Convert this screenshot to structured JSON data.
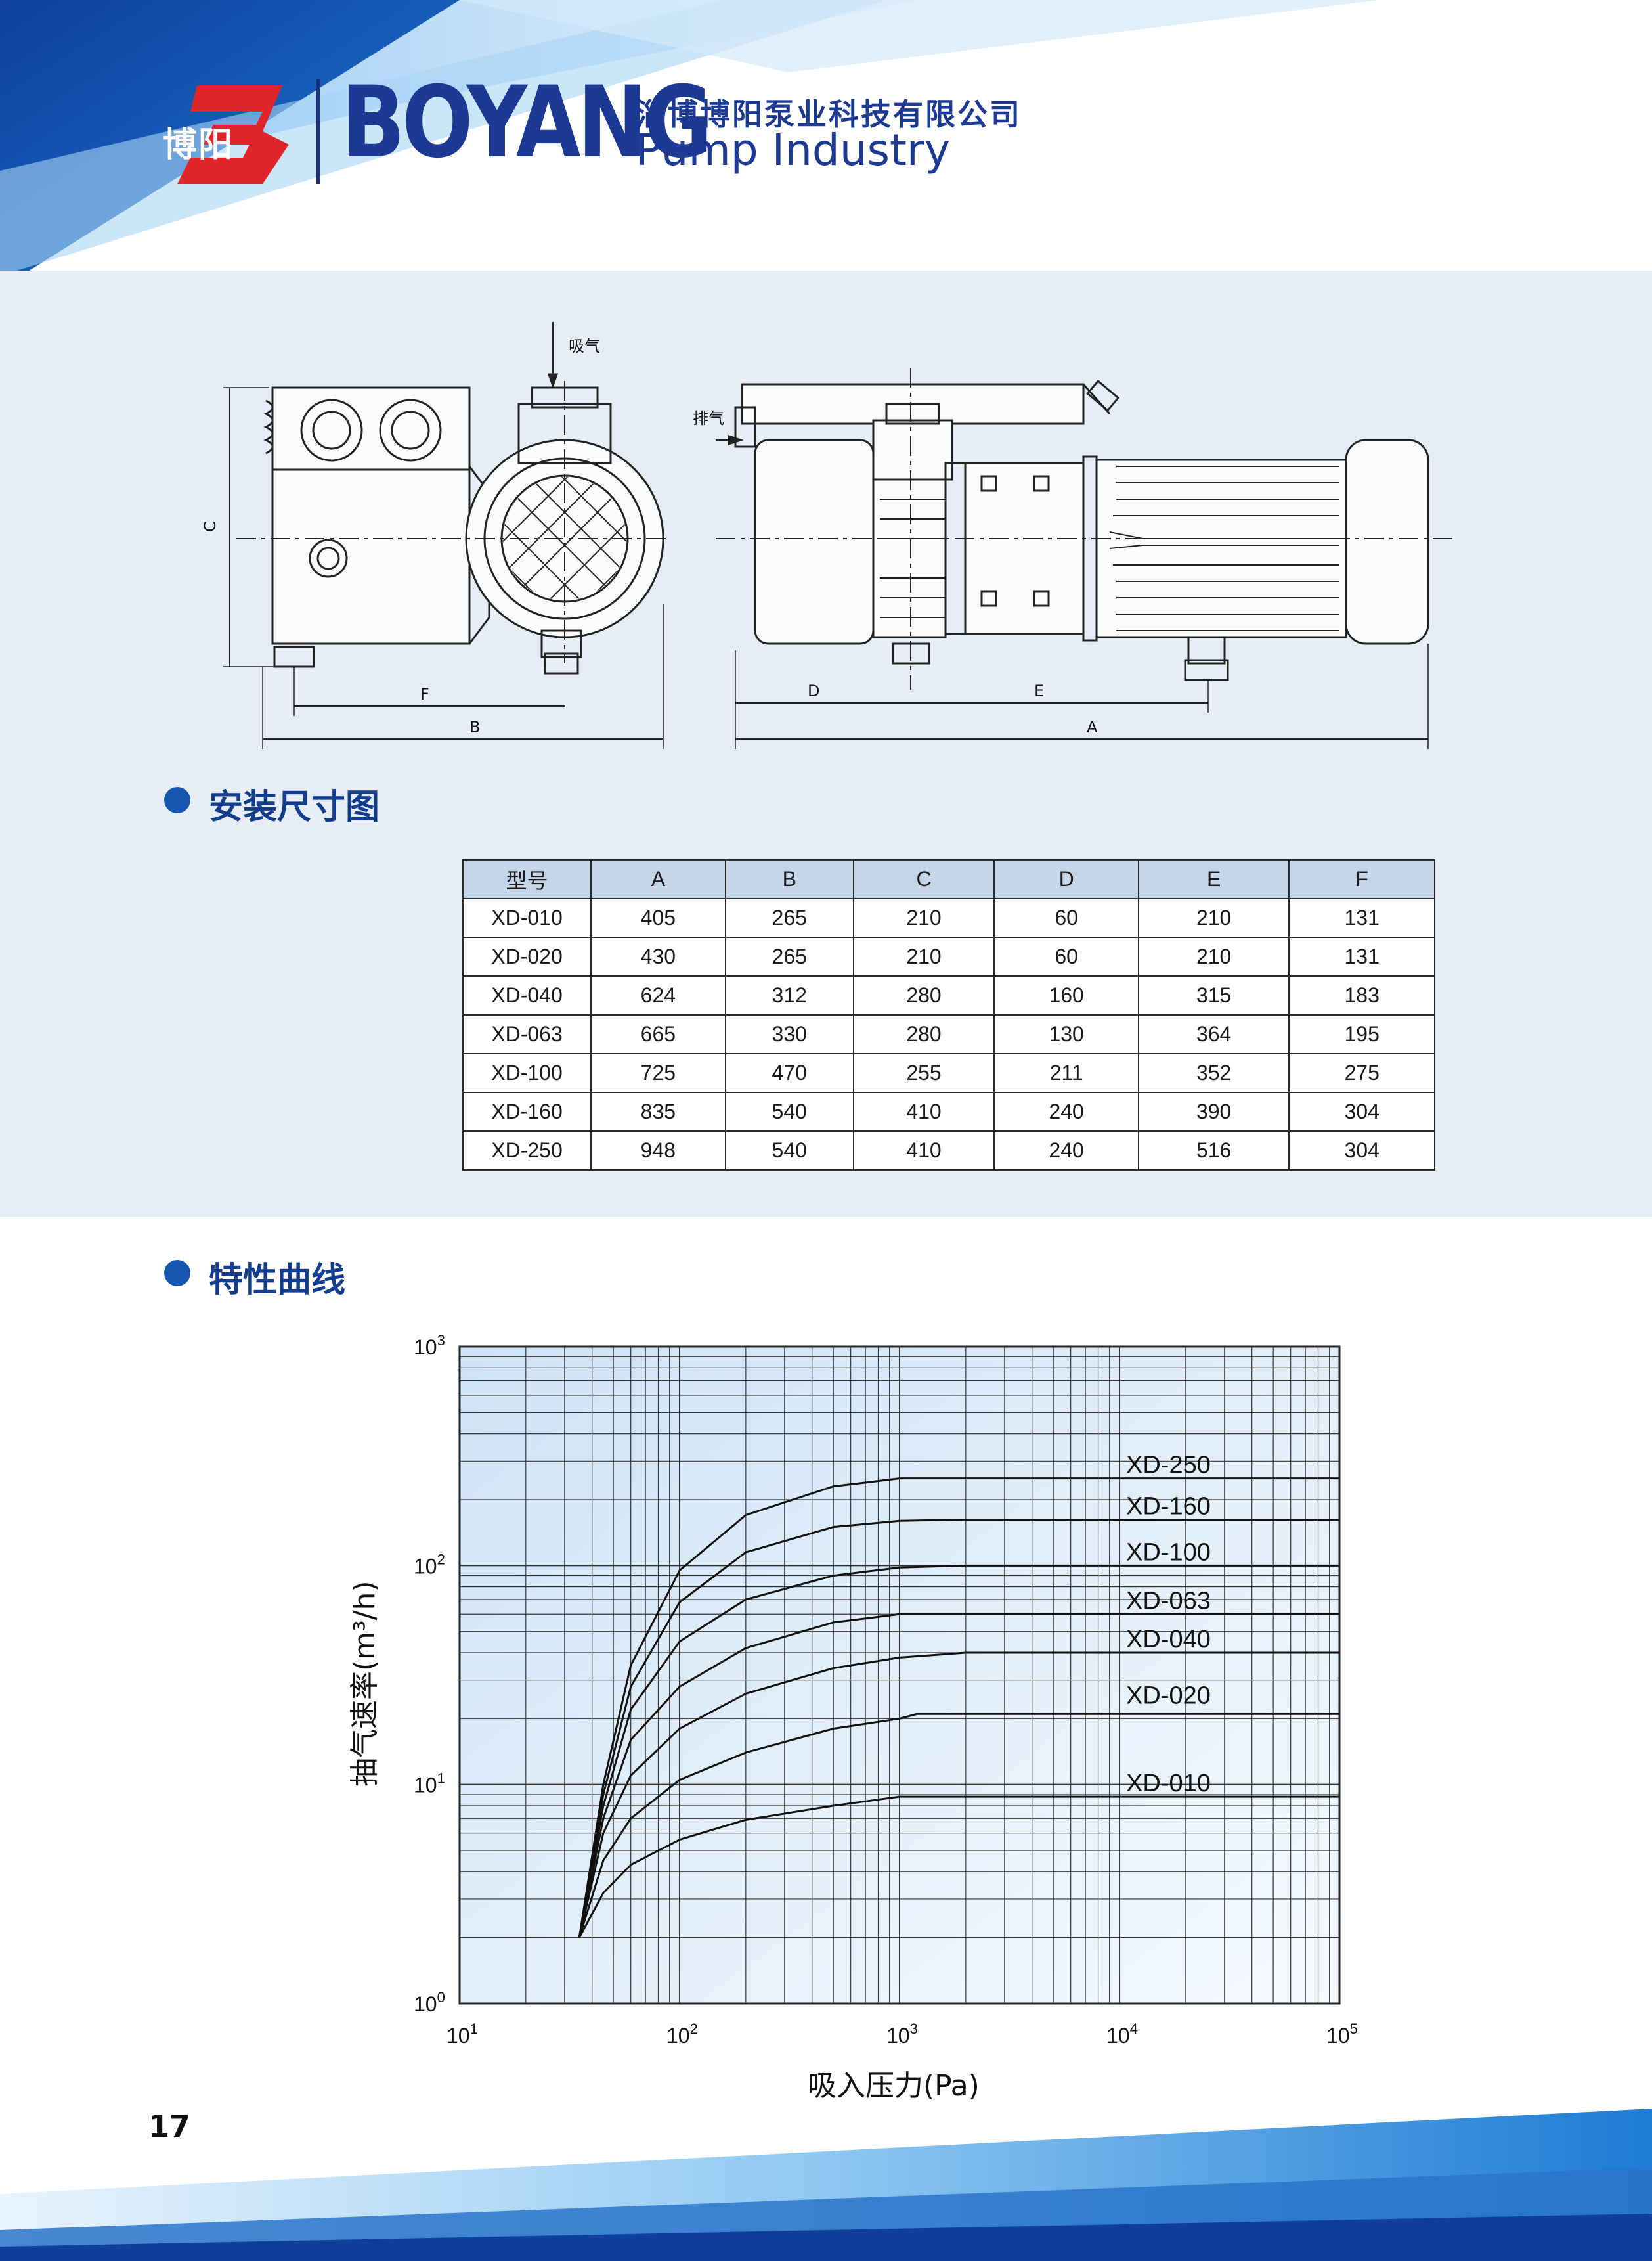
{
  "header": {
    "logo_cn": "博阳",
    "brand_name": "BOYANG",
    "company_cn": "淄博博阳泵业科技有限公司",
    "company_en": "Pump Industry"
  },
  "colors": {
    "brand_blue": "#1c3a93",
    "logo_red": "#e0262b",
    "panel": "#e6edf7",
    "table_header": "#c5d5ea"
  },
  "drawing": {
    "intake_label": "吸气",
    "exhaust_label": "排气",
    "dim_labels": [
      "C",
      "F",
      "B",
      "D",
      "E",
      "A"
    ]
  },
  "dimensions": {
    "title": "安装尺寸图",
    "columns": [
      "型号",
      "A",
      "B",
      "C",
      "D",
      "E",
      "F"
    ],
    "rows": [
      [
        "XD-010",
        "405",
        "265",
        "210",
        "60",
        "210",
        "131"
      ],
      [
        "XD-020",
        "430",
        "265",
        "210",
        "60",
        "210",
        "131"
      ],
      [
        "XD-040",
        "624",
        "312",
        "280",
        "160",
        "315",
        "183"
      ],
      [
        "XD-063",
        "665",
        "330",
        "280",
        "130",
        "364",
        "195"
      ],
      [
        "XD-100",
        "725",
        "470",
        "255",
        "211",
        "352",
        "275"
      ],
      [
        "XD-160",
        "835",
        "540",
        "410",
        "240",
        "390",
        "304"
      ],
      [
        "XD-250",
        "948",
        "540",
        "410",
        "240",
        "516",
        "304"
      ]
    ]
  },
  "curves": {
    "title": "特性曲线",
    "chart_data": {
      "type": "line",
      "xlabel": "吸入压力(Pa)",
      "ylabel": "抽气速率(m³/h)",
      "xscale": "log",
      "yscale": "log",
      "xlim": [
        10,
        100000
      ],
      "ylim": [
        1,
        1000
      ],
      "xticks": [
        {
          "base": "10",
          "exp": "1"
        },
        {
          "base": "10",
          "exp": "2"
        },
        {
          "base": "10",
          "exp": "3"
        },
        {
          "base": "10",
          "exp": "4"
        },
        {
          "base": "10",
          "exp": "5"
        }
      ],
      "yticks": [
        {
          "base": "10",
          "exp": "0"
        },
        {
          "base": "10",
          "exp": "1"
        },
        {
          "base": "10",
          "exp": "2"
        },
        {
          "base": "10",
          "exp": "3"
        }
      ],
      "grid": true,
      "series": [
        {
          "name": "XD-250",
          "values": [
            [
              35,
              2
            ],
            [
              45,
              10
            ],
            [
              60,
              35
            ],
            [
              100,
              95
            ],
            [
              200,
              170
            ],
            [
              500,
              230
            ],
            [
              1000,
              250
            ],
            [
              100000,
              250
            ]
          ]
        },
        {
          "name": "XD-160",
          "values": [
            [
              35,
              2
            ],
            [
              45,
              9
            ],
            [
              60,
              28
            ],
            [
              100,
              68
            ],
            [
              200,
              115
            ],
            [
              500,
              150
            ],
            [
              1000,
              160
            ],
            [
              2000,
              162
            ],
            [
              100000,
              162
            ]
          ]
        },
        {
          "name": "XD-100",
          "values": [
            [
              35,
              2
            ],
            [
              45,
              8
            ],
            [
              60,
              22
            ],
            [
              100,
              45
            ],
            [
              200,
              70
            ],
            [
              500,
              90
            ],
            [
              1000,
              98
            ],
            [
              2000,
              100
            ],
            [
              100000,
              100
            ]
          ]
        },
        {
          "name": "XD-063",
          "values": [
            [
              35,
              2
            ],
            [
              45,
              7
            ],
            [
              60,
              16
            ],
            [
              100,
              28
            ],
            [
              200,
              42
            ],
            [
              500,
              55
            ],
            [
              1000,
              60
            ],
            [
              100000,
              60
            ]
          ]
        },
        {
          "name": "XD-040",
          "values": [
            [
              35,
              2
            ],
            [
              45,
              6
            ],
            [
              60,
              11
            ],
            [
              100,
              18
            ],
            [
              200,
              26
            ],
            [
              500,
              34
            ],
            [
              1000,
              38
            ],
            [
              2000,
              40
            ],
            [
              100000,
              40
            ]
          ]
        },
        {
          "name": "XD-020",
          "values": [
            [
              35,
              2
            ],
            [
              45,
              4.5
            ],
            [
              60,
              7
            ],
            [
              100,
              10.5
            ],
            [
              200,
              14
            ],
            [
              500,
              18
            ],
            [
              1000,
              20
            ],
            [
              1200,
              21
            ],
            [
              100000,
              21
            ]
          ]
        },
        {
          "name": "XD-010",
          "values": [
            [
              35,
              2
            ],
            [
              45,
              3.2
            ],
            [
              60,
              4.3
            ],
            [
              100,
              5.6
            ],
            [
              200,
              6.9
            ],
            [
              500,
              8
            ],
            [
              1000,
              8.8
            ],
            [
              100000,
              8.8
            ]
          ]
        }
      ]
    }
  },
  "page_number": "17"
}
